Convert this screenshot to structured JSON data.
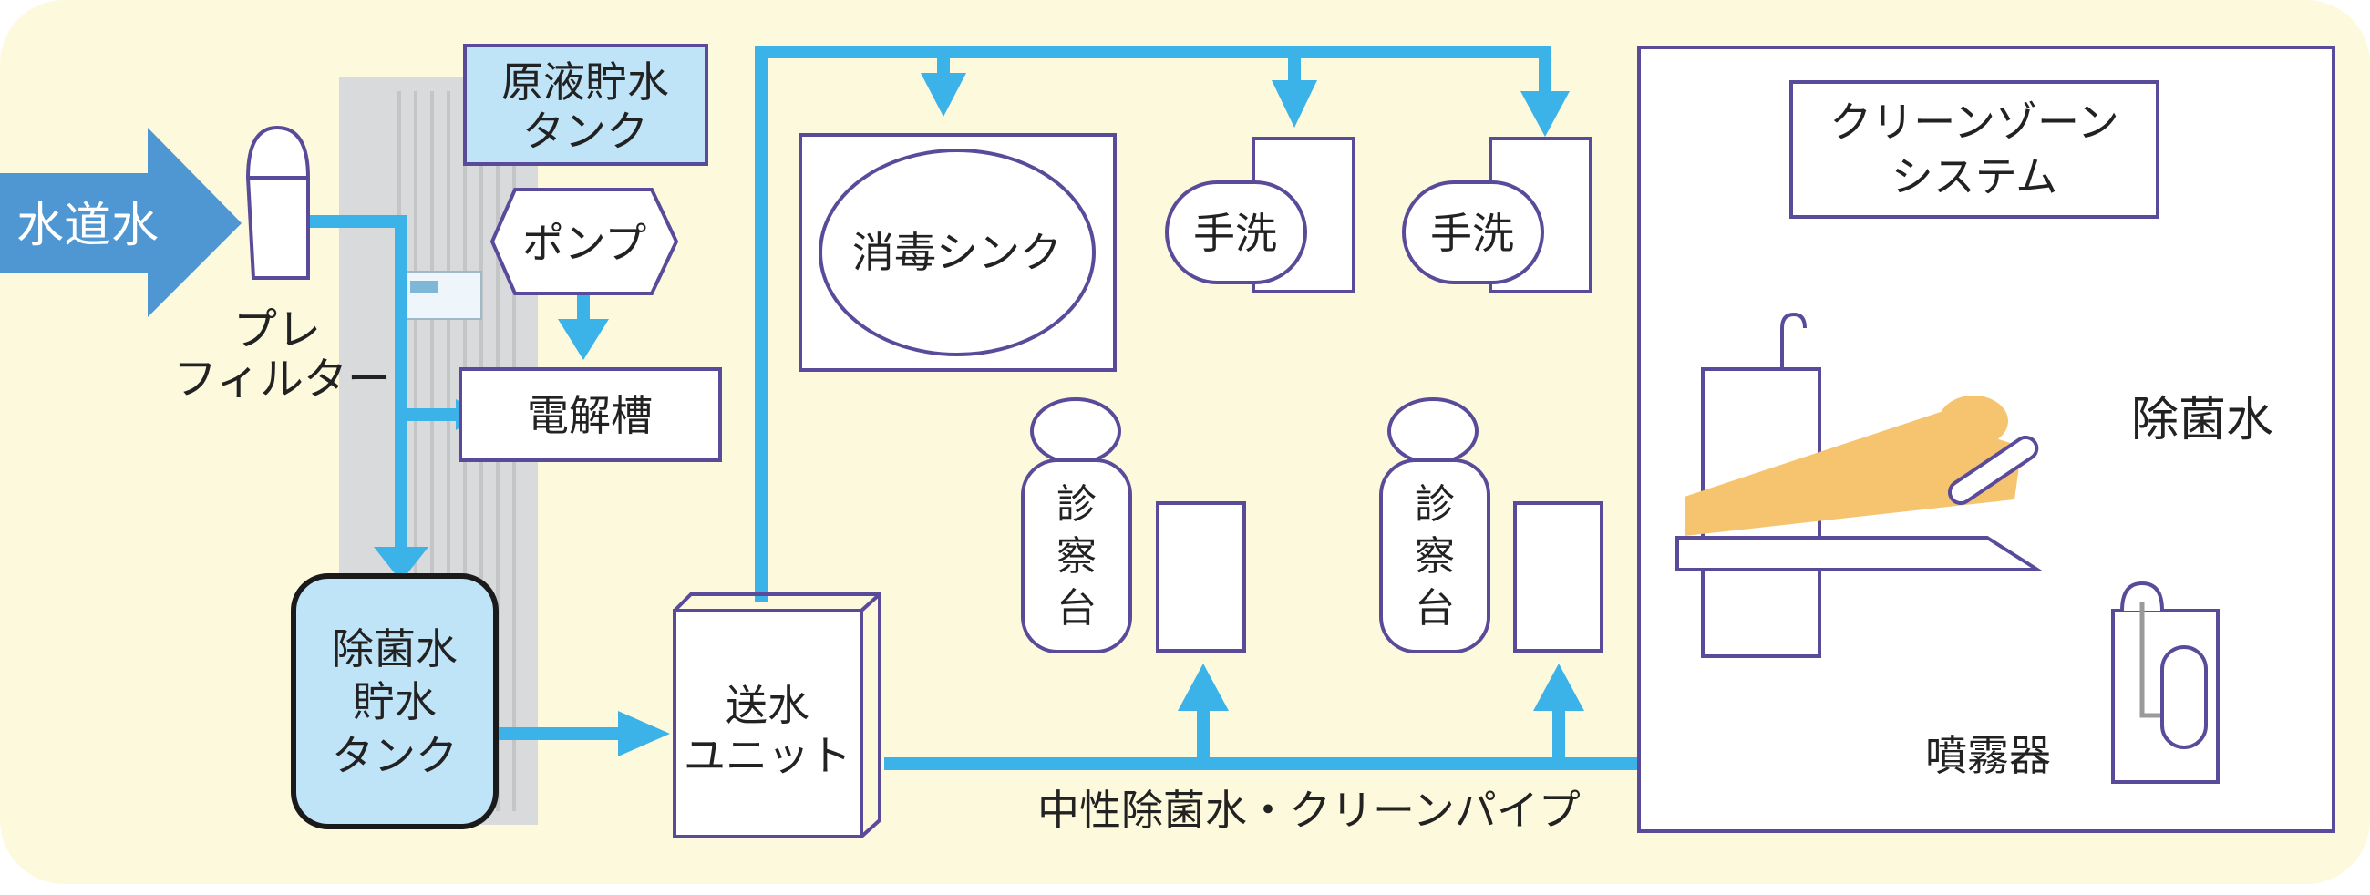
{
  "colors": {
    "background": "#fdf9dc",
    "pipe": "#3bb2e8",
    "outline": "#5a4b9a",
    "tank_fill": "#bfe3f7",
    "patient": "#f6c46e",
    "device": "#d9dadb"
  },
  "labels": {
    "tap_water": "水道水",
    "prefilter_line1": "プレ",
    "prefilter_line2": "フィルター",
    "stock_tank_line1": "原液貯水",
    "stock_tank_line2": "タンク",
    "pump": "ポンプ",
    "electrolyzer": "電解槽",
    "sterile_tank_line1": "除菌水",
    "sterile_tank_line2": "貯水",
    "sterile_tank_line3": "タンク",
    "supply_unit_line1": "送水",
    "supply_unit_line2": "ユニット",
    "disinfection_sink": "消毒シンク",
    "hand_wash": "手洗",
    "exam_chair": [
      "診",
      "察",
      "台"
    ],
    "clean_zone_line1": "クリーンゾーン",
    "clean_zone_line2": "システム",
    "sterile_water": "除菌水",
    "sprayer": "噴霧器",
    "clean_pipe": "中性除菌水・クリーンパイプ"
  }
}
